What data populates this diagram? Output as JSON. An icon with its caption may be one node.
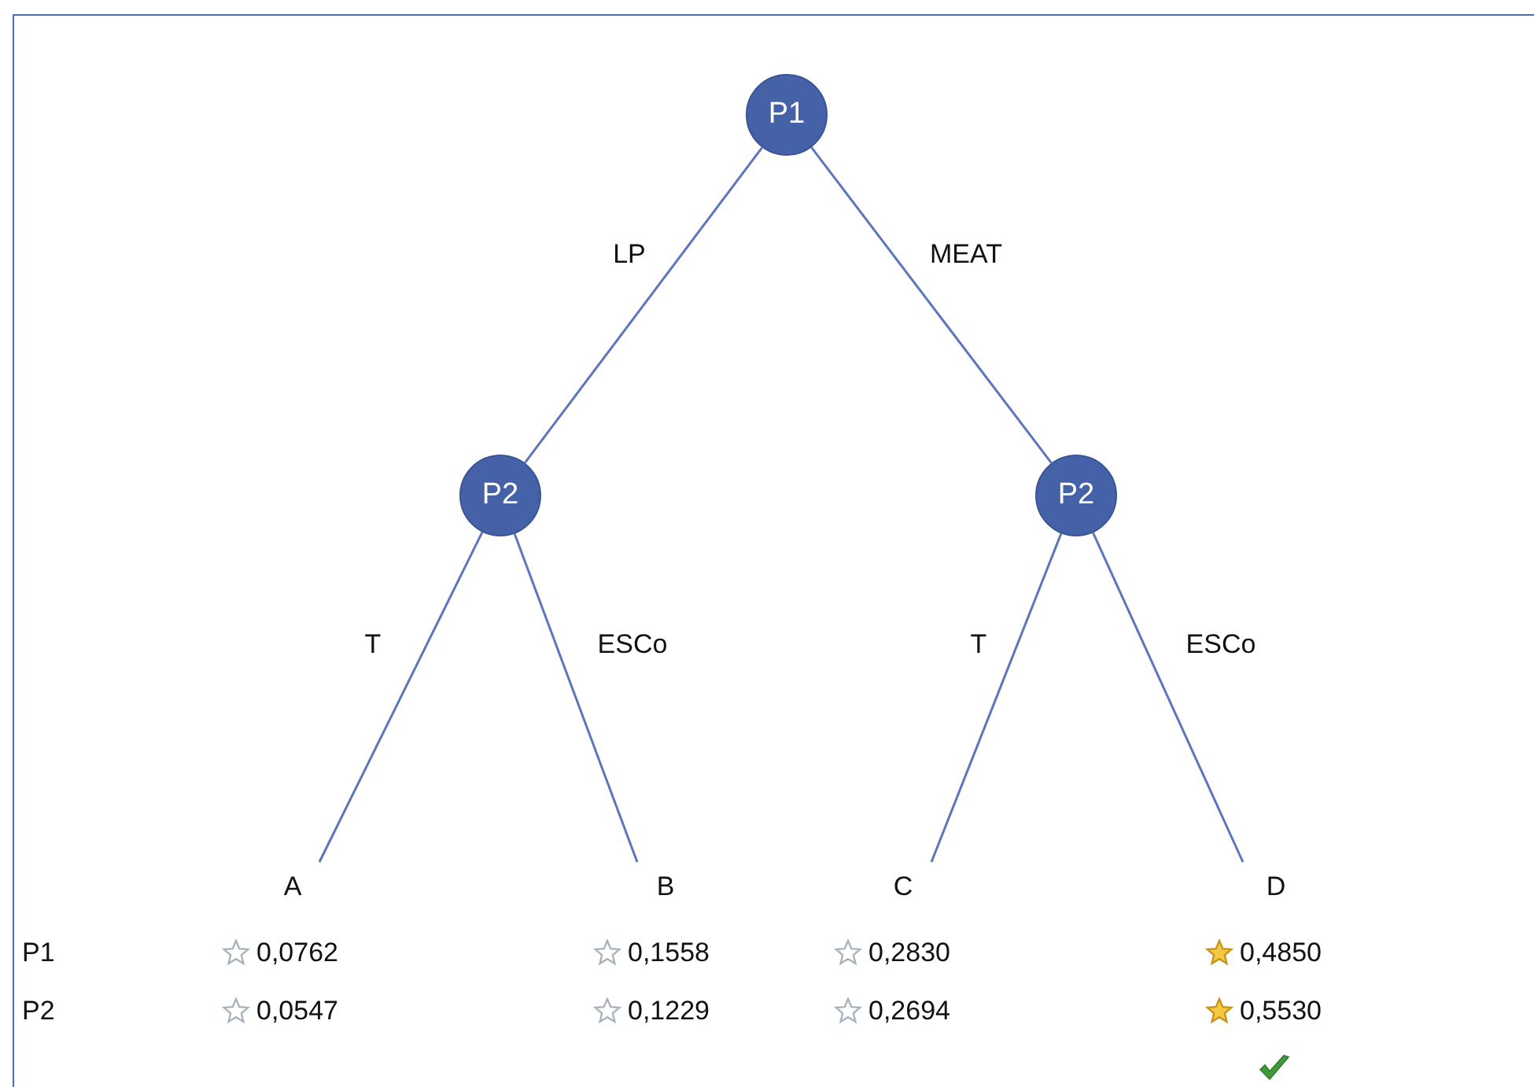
{
  "diagram": {
    "nodes": [
      {
        "text": [
          "P1"
        ]
      },
      {
        "text": [
          "P2"
        ]
      },
      {
        "text": [
          "P2"
        ]
      },
      {
        "text": [
          "A"
        ]
      },
      {
        "text": [
          "B"
        ]
      },
      {
        "text": [
          "C"
        ]
      },
      {
        "text": [
          "D"
        ]
      }
    ],
    "edges": [
      {
        "from": 0,
        "to": 1,
        "arrow": "none",
        "label": "LP"
      },
      {
        "from": 0,
        "to": 2,
        "arrow": "none",
        "label": "MEAT"
      },
      {
        "from": 1,
        "to": 3,
        "arrow": "none",
        "label": "T"
      },
      {
        "from": 1,
        "to": 4,
        "arrow": "none",
        "label": "ESCo"
      },
      {
        "from": 2,
        "to": 5,
        "arrow": "none",
        "label": "T"
      },
      {
        "from": 2,
        "to": 6,
        "arrow": "none",
        "label": "ESCo"
      }
    ],
    "labels": [
      "P1",
      "0,0762",
      "0,1558",
      "0,2830",
      "0,4850",
      "P2",
      "0,0547",
      "0,1229",
      "0,2694",
      "0,5530"
    ]
  }
}
